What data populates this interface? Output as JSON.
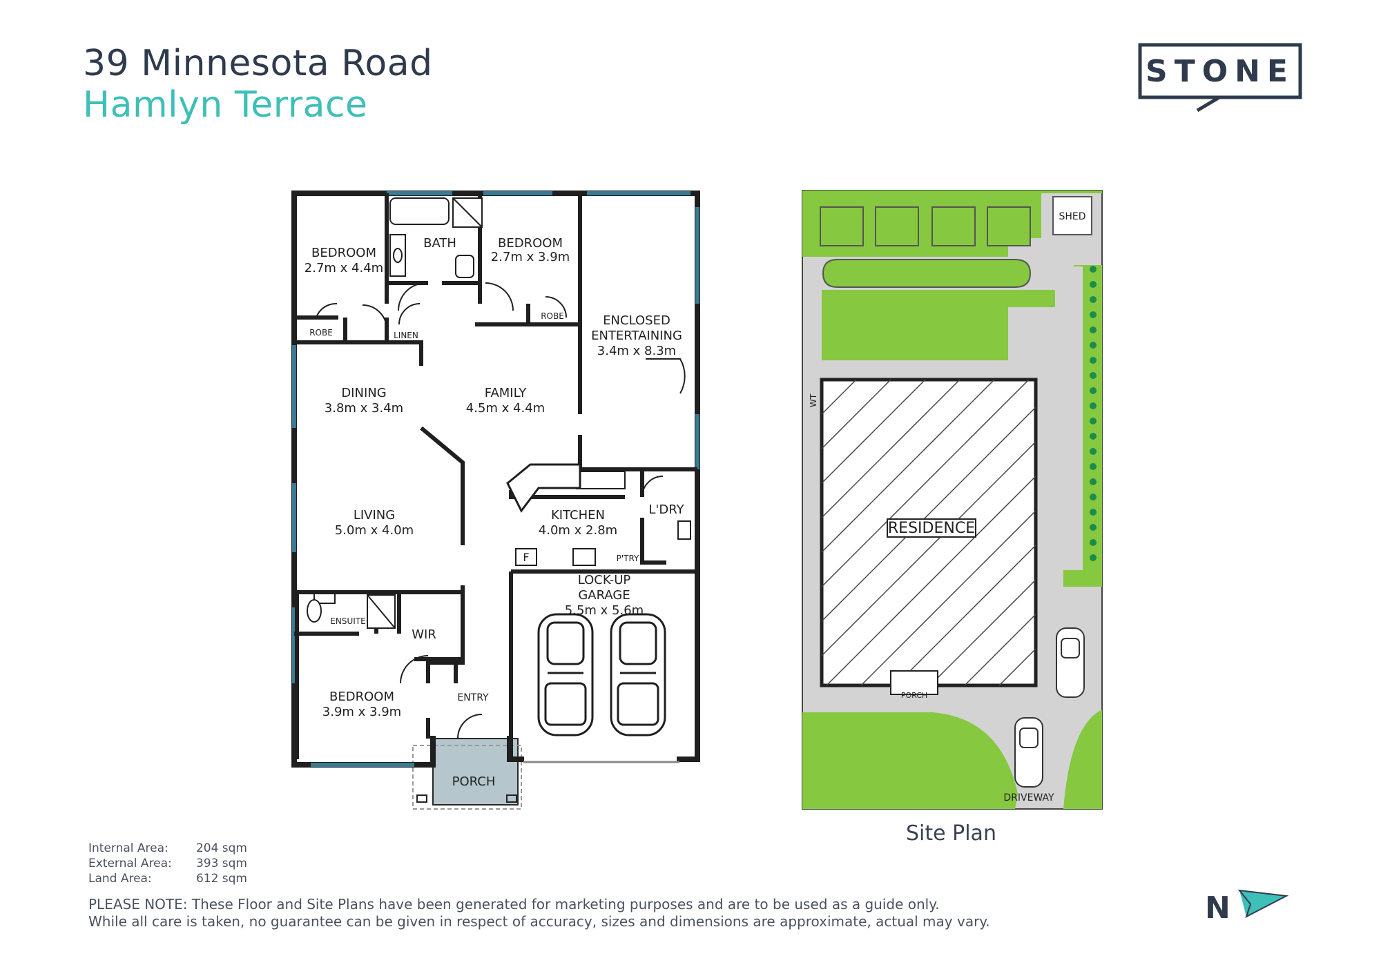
{
  "header": {
    "address_line1": "39 Minnesota Road",
    "address_line2": "Hamlyn Terrace",
    "logo_text": "STONE"
  },
  "floor_plan": {
    "rooms": {
      "bedroom1_name": "BEDROOM",
      "bedroom1_size": "2.7m x 4.4m",
      "bath_name": "BATH",
      "bedroom2_name": "BEDROOM",
      "bedroom2_size": "2.7m x 3.9m",
      "robe1": "ROBE",
      "linen": "LINEN",
      "robe2": "ROBE",
      "enclosed_line1": "ENCLOSED",
      "enclosed_line2": "ENTERTAINING",
      "enclosed_size": "3.4m x 8.3m",
      "dining_name": "DINING",
      "dining_size": "3.8m x 3.4m",
      "family_name": "FAMILY",
      "family_size": "4.5m x 4.4m",
      "living_name": "LIVING",
      "living_size": "5.0m x 4.0m",
      "kitchen_name": "KITCHEN",
      "kitchen_size": "4.0m x 2.8m",
      "laundry": "L'DRY",
      "pantry": "P'TRY",
      "fridge": "F",
      "garage_line1": "LOCK-UP",
      "garage_line2": "GARAGE",
      "garage_size": "5.5m x 5.6m",
      "ensuite": "ENSUITE",
      "wir": "WIR",
      "bedroom3_name": "BEDROOM",
      "bedroom3_size": "3.9m x 3.9m",
      "entry": "ENTRY",
      "porch": "PORCH"
    }
  },
  "site_plan": {
    "caption": "Site Plan",
    "shed": "SHED",
    "wt": "WT",
    "residence": "RESIDENCE",
    "porch": "PORCH",
    "driveway": "DRIVEWAY"
  },
  "areas": [
    {
      "label": "Internal Area:",
      "value": "204 sqm"
    },
    {
      "label": "External Area:",
      "value": "393 sqm"
    },
    {
      "label": "Land Area:",
      "value": "612 sqm"
    }
  ],
  "disclaimer": {
    "line1": "PLEASE NOTE: These Floor and Site Plans have been generated for marketing purposes and are to be used as a guide only.",
    "line2": "While all care is taken, no guarantee can be given in respect of accuracy, sizes and dimensions are approximate, actual may vary."
  },
  "compass": {
    "letter": "N"
  },
  "colors": {
    "accent": "#3ebfb8",
    "dark": "#2f3b4c",
    "lawn": "#86c840",
    "paving": "#d3d3d3"
  }
}
